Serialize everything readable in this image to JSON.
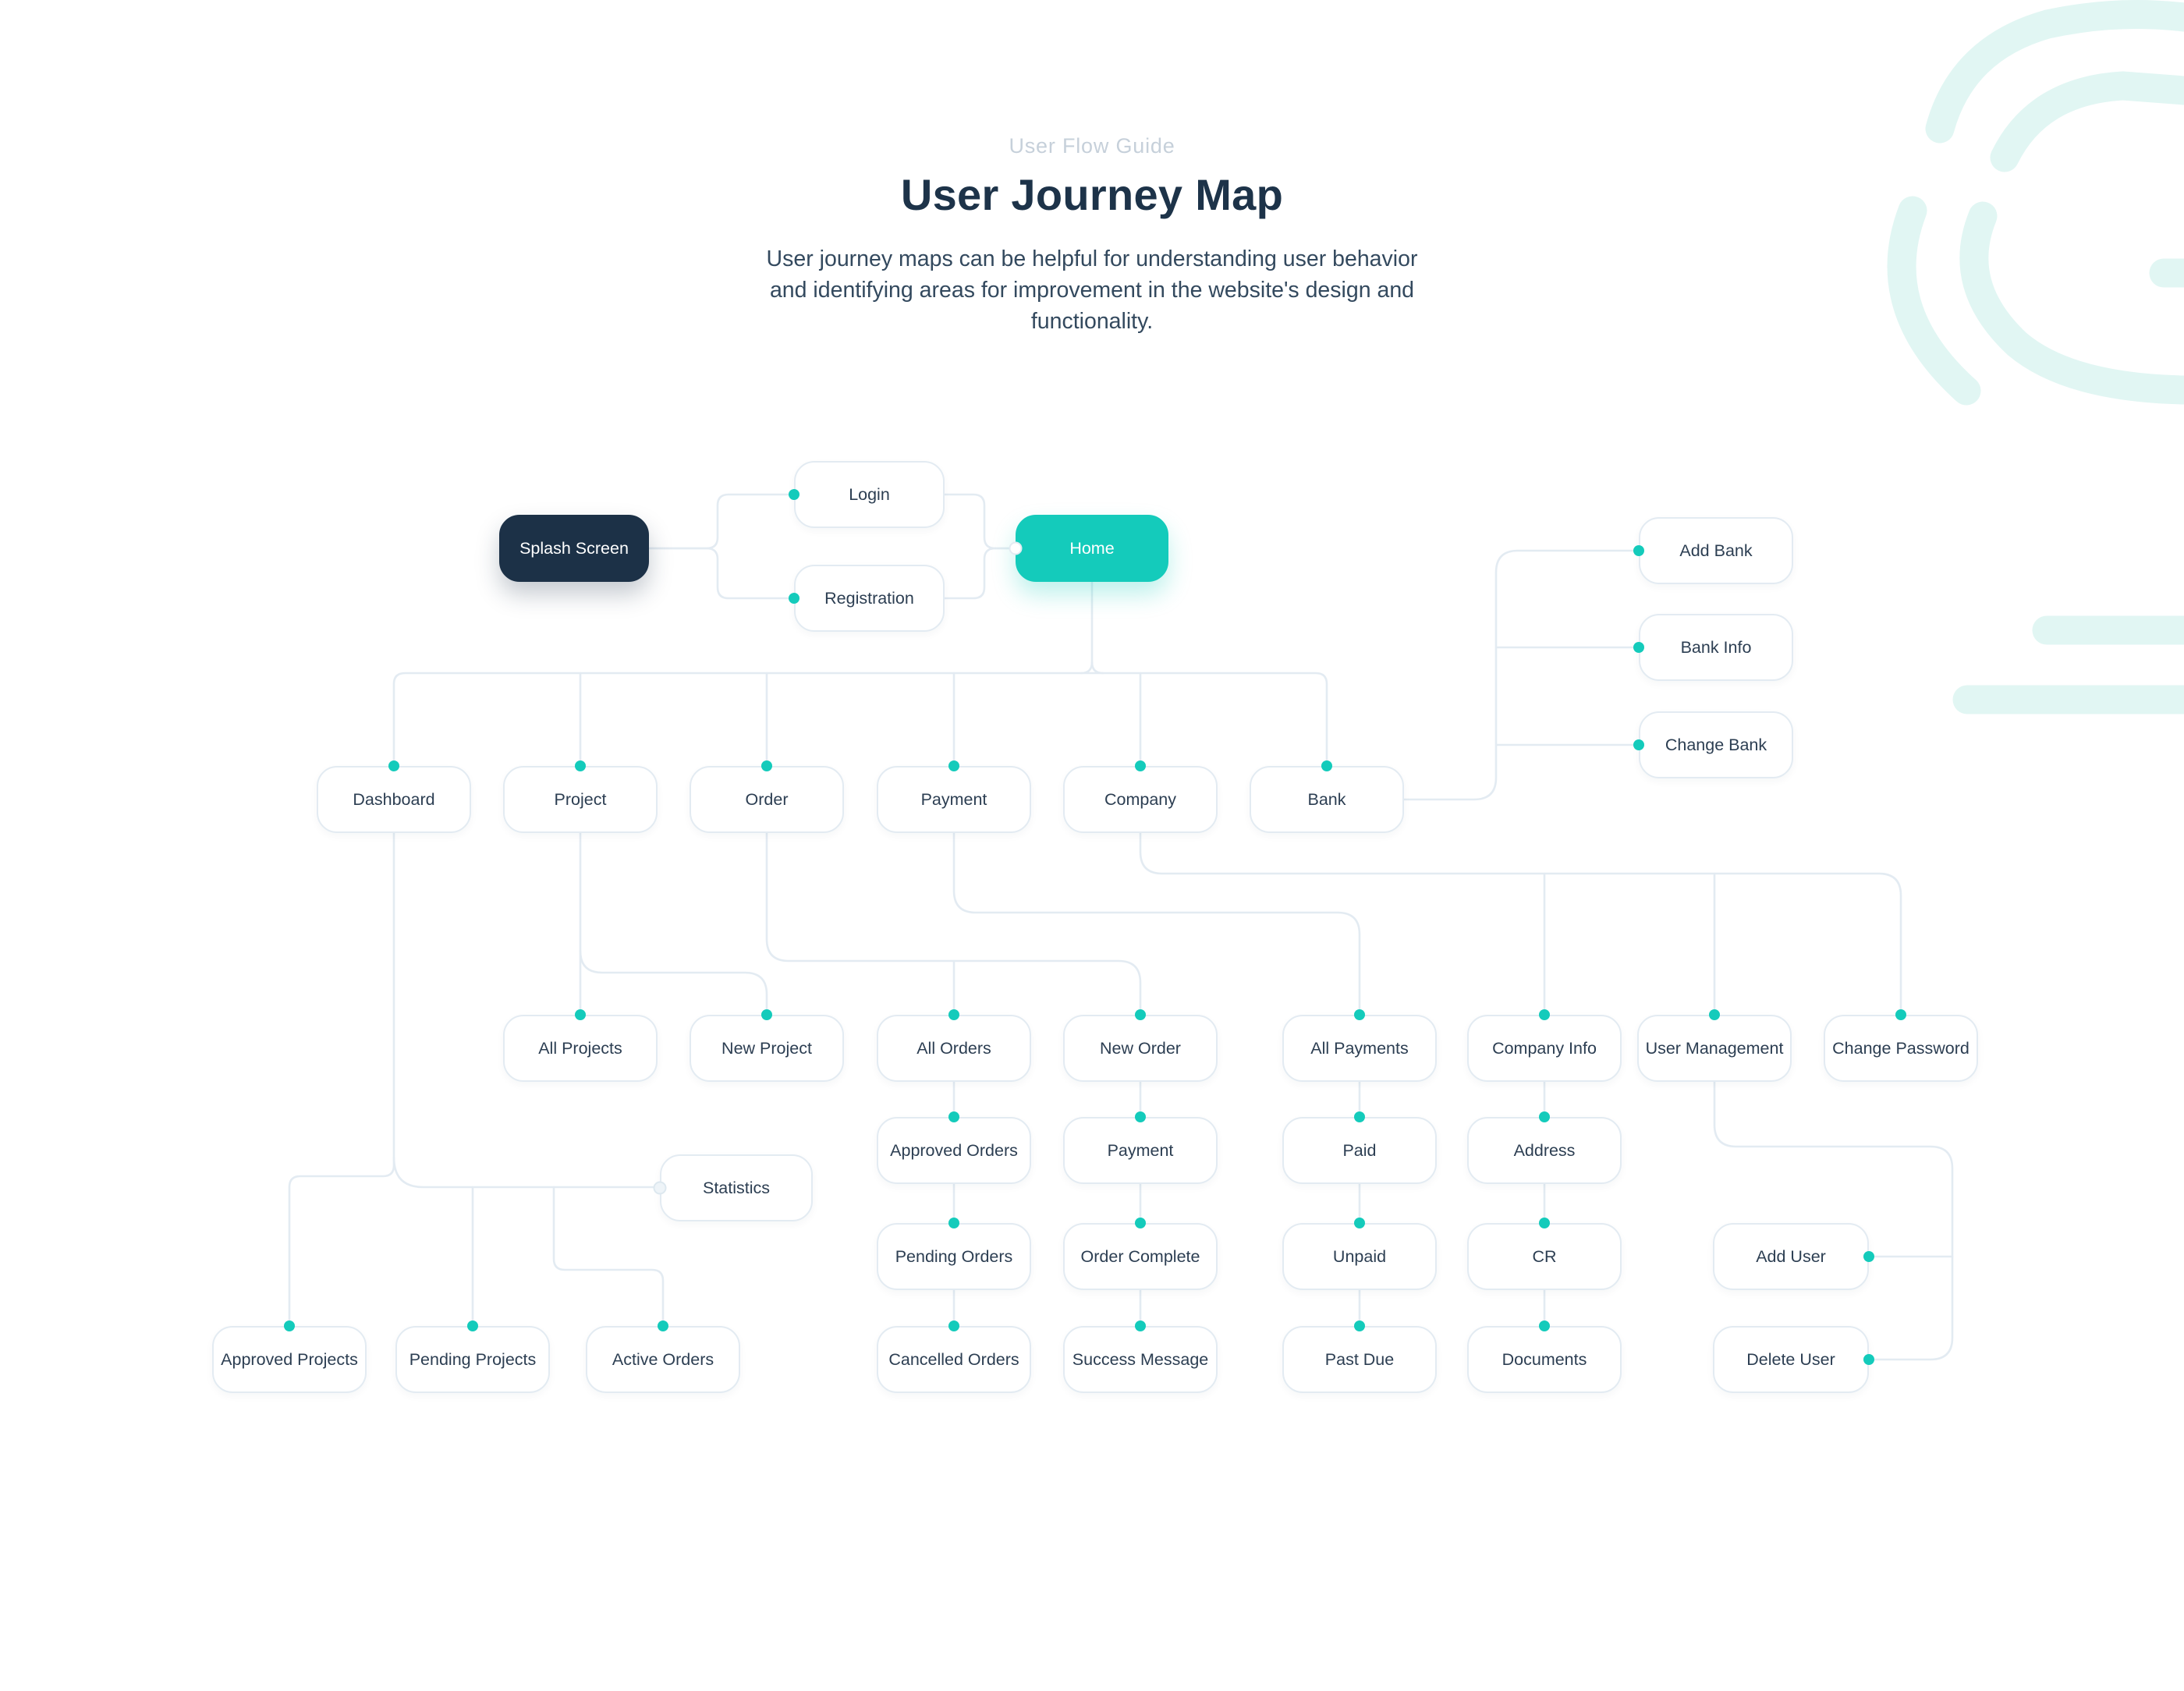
{
  "header": {
    "eyebrow": "User Flow Guide",
    "title": "User Journey Map",
    "description": "User journey maps can be helpful for understanding user behavior and identifying areas for improvement in the website's design and functionality."
  },
  "nodes": {
    "splash_screen": "Splash Screen",
    "login": "Login",
    "registration": "Registration",
    "home": "Home",
    "dashboard": "Dashboard",
    "project": "Project",
    "order": "Order",
    "payment": "Payment",
    "company": "Company",
    "bank": "Bank",
    "add_bank": "Add Bank",
    "bank_info": "Bank Info",
    "change_bank": "Change Bank",
    "all_projects": "All Projects",
    "new_project": "New Project",
    "all_orders": "All Orders",
    "new_order": "New Order",
    "all_payments": "All Payments",
    "company_info": "Company Info",
    "user_management": "User Management",
    "change_password": "Change Password",
    "approved_orders": "Approved Orders",
    "payment_step": "Payment",
    "paid": "Paid",
    "address": "Address",
    "pending_orders": "Pending Orders",
    "order_complete": "Order Complete",
    "unpaid": "Unpaid",
    "cr": "CR",
    "cancelled_orders": "Cancelled Orders",
    "success_message": "Success Message",
    "past_due": "Past Due",
    "documents": "Documents",
    "statistics": "Statistics",
    "approved_projects": "Approved Projects",
    "pending_projects": "Pending Projects",
    "active_orders": "Active Orders",
    "add_user": "Add User",
    "delete_user": "Delete User"
  },
  "colors": {
    "accent_teal": "#14cbbb",
    "dark_navy": "#1c3147",
    "connector_line": "#e3ebf2",
    "title_text": "#1d3349",
    "eyebrow_text": "#c6d0da",
    "body_text": "#33495e",
    "decoration": "#e1f6f3"
  }
}
